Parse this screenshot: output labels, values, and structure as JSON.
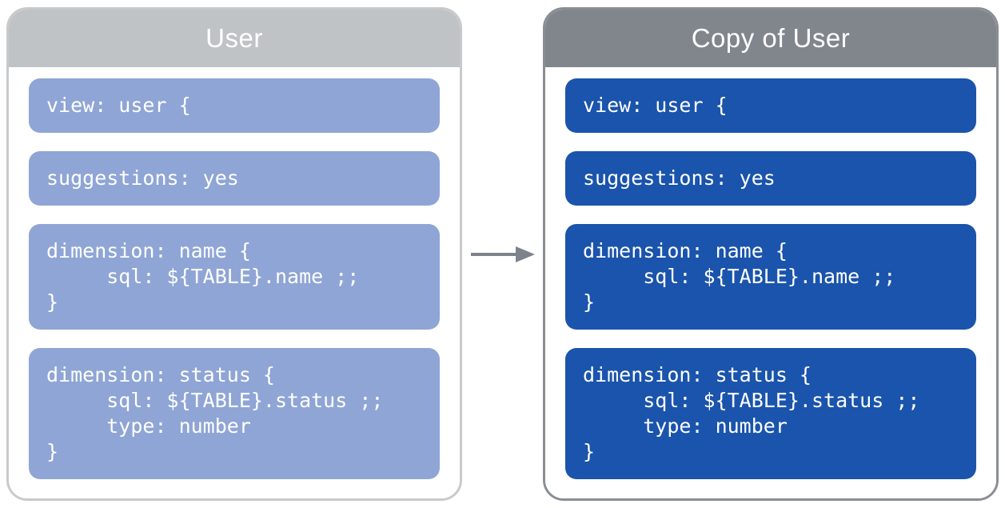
{
  "diagram": {
    "description": "LookML view copy diagram: original view and its copy",
    "arrow": {
      "direction": "right",
      "color": "#7d838a"
    },
    "panels": [
      {
        "id": "user",
        "title": "User",
        "header_color": "#bfc3c6",
        "border_color": "#c7cacd",
        "block_color": "#8fa5d5",
        "code_text_color": "#ffffff",
        "blocks": [
          {
            "lines": [
              "view: user {"
            ]
          },
          {
            "lines": [
              "suggestions: yes"
            ]
          },
          {
            "lines": [
              "dimension: name {",
              "     sql: ${TABLE}.name ;;",
              "}"
            ]
          },
          {
            "lines": [
              "dimension: status {",
              "     sql: ${TABLE}.status ;;",
              "     type: number",
              "}"
            ]
          }
        ]
      },
      {
        "id": "copy-of-user",
        "title": "Copy of User",
        "header_color": "#81868d",
        "border_color": "#8a8e94",
        "block_color": "#1a54ac",
        "code_text_color": "#ffffff",
        "blocks": [
          {
            "lines": [
              "view: user {"
            ]
          },
          {
            "lines": [
              "suggestions: yes"
            ]
          },
          {
            "lines": [
              "dimension: name {",
              "     sql: ${TABLE}.name ;;",
              "}"
            ]
          },
          {
            "lines": [
              "dimension: status {",
              "     sql: ${TABLE}.status ;;",
              "     type: number",
              "}"
            ]
          }
        ]
      }
    ]
  }
}
